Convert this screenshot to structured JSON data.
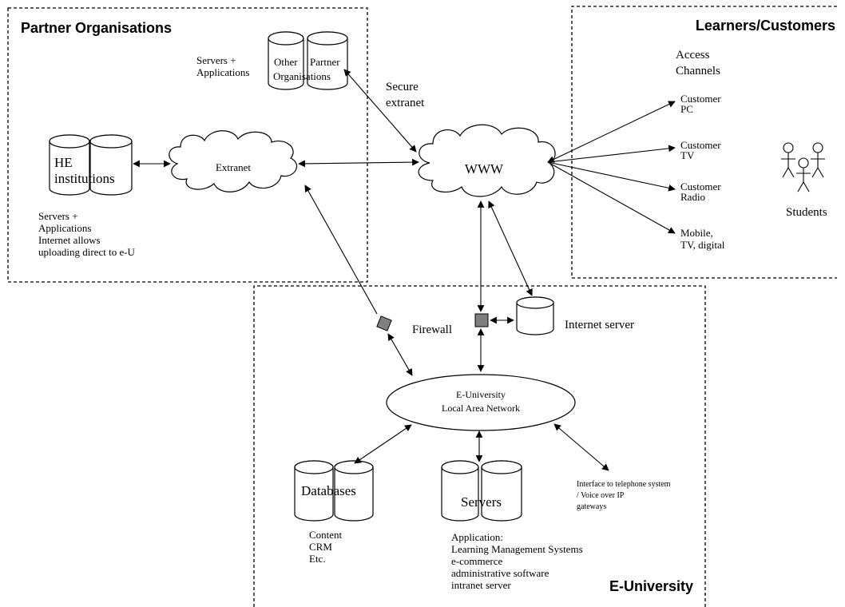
{
  "regions": {
    "partner": "Partner Organisations",
    "learners": "Learners/Customers",
    "euniversity": "E-University"
  },
  "nodes": {
    "other_partner_left": "Other",
    "other_partner_right": "Partner",
    "other_org_line": "Organisations",
    "partner_servers_1": "Servers +",
    "partner_servers_2": "Applications",
    "he_line1": "HE",
    "he_line2": "institutions",
    "he_servers_1": "Servers +",
    "he_servers_2": "Applications",
    "he_servers_3": "Internet allows",
    "he_servers_4": "uploading direct to e-U",
    "extranet": "Extranet",
    "secure_extranet_1": "Secure",
    "secure_extranet_2": "extranet",
    "www": "WWW",
    "access_1": "Access",
    "access_2": "Channels",
    "firewall": "Firewall",
    "internet_server": "Internet server",
    "lan_1": "E-University",
    "lan_2": "Local Area Network",
    "databases": "Databases",
    "db_content_1": "Content",
    "db_content_2": "CRM",
    "db_content_3": "Etc.",
    "servers": "Servers",
    "app_1": "Application:",
    "app_2": "Learning Management Systems",
    "app_3": "e-commerce",
    "app_4": "administrative software",
    "app_5": "intranet server",
    "tel_1": "Interface to telephone system",
    "tel_2": "/ Voice over IP",
    "tel_3": "gateways",
    "students": "Students"
  },
  "channels": [
    [
      "Customer",
      "PC"
    ],
    [
      "Customer",
      "TV"
    ],
    [
      "Customer",
      "Radio"
    ],
    [
      "Mobile,",
      "TV, digital"
    ]
  ],
  "colors": {
    "line": "#000000",
    "firewall_fill": "#7f7f7f",
    "background": "#ffffff"
  }
}
